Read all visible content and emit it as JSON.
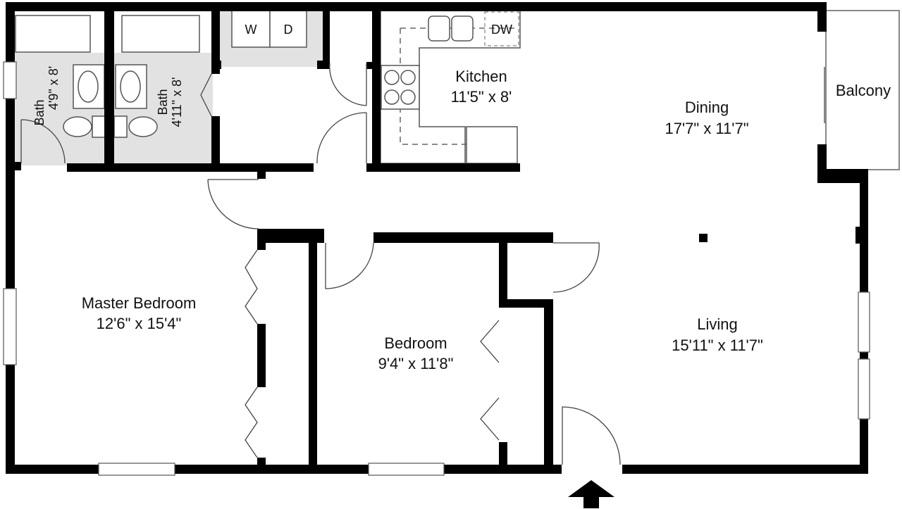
{
  "rooms": {
    "bath1": {
      "name": "Bath",
      "size": "4'9\" x 8'"
    },
    "bath2": {
      "name": "Bath",
      "size": "4'11\" x 8'"
    },
    "kitchen": {
      "name": "Kitchen",
      "size": "11'5\" x 8'"
    },
    "dining": {
      "name": "Dining",
      "size": "17'7\" x 11'7\""
    },
    "balcony": {
      "name": "Balcony"
    },
    "master": {
      "name": "Master Bedroom",
      "size": "12'6\" x 15'4\""
    },
    "bedroom": {
      "name": "Bedroom",
      "size": "9'4\" x 11'8\""
    },
    "living": {
      "name": "Living",
      "size": "15'11\" x 11'7\""
    }
  },
  "appliances": {
    "washer": "W",
    "dryer": "D",
    "dishwasher": "DW"
  },
  "colors": {
    "wall": "#000000",
    "wet_area": "#e2e2e2"
  }
}
